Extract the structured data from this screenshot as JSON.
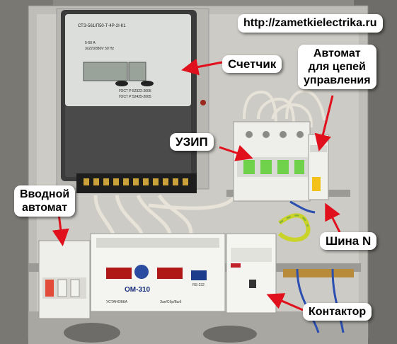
{
  "labels": {
    "url": "http://zametkielectrika.ru",
    "counter": "Счетчик",
    "automat_control": "Автомат\nдля цепей\nуправления",
    "uzip": "УЗИП",
    "input_automat": "Вводной\nавтомат",
    "bus_n": "Шина N",
    "contactor": "Контактор"
  },
  "device_text": {
    "meter_model": "СТЭ-561/П50-Т-4Р-2I-К1",
    "meter_current": "5-50 А",
    "meter_voltage": "3x220/380V 50 Hz",
    "meter_gost1": "ГОСТ Р 52322-2005",
    "meter_gost2": "ГОСТ Р 52425-2005",
    "relay_model": "ОМ-310",
    "relay_interface": "RS-232",
    "relay_setting": "УСТАНОВКА",
    "relay_mode": "Зап/Сбр/Выб"
  },
  "colors": {
    "arrow": "#e0101c",
    "panel": "#c9c7c2",
    "wall": "#8c8a84"
  }
}
